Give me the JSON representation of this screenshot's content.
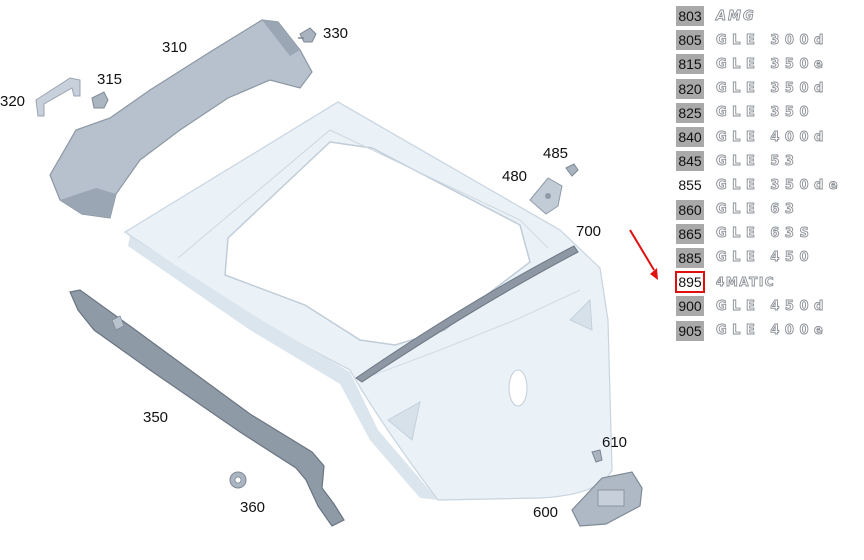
{
  "callouts": {
    "p320": "320",
    "p310": "310",
    "p315": "315",
    "p330": "330",
    "p480": "480",
    "p485": "485",
    "p700": "700",
    "p350": "350",
    "p360": "360",
    "p610": "610",
    "p600": "600"
  },
  "badges": [
    {
      "code": "803",
      "text": "AMG"
    },
    {
      "code": "805",
      "text": "GLE 300d"
    },
    {
      "code": "815",
      "text": "GLE 350e"
    },
    {
      "code": "820",
      "text": "GLE 350d"
    },
    {
      "code": "825",
      "text": "GLE 350"
    },
    {
      "code": "840",
      "text": "GLE 400d"
    },
    {
      "code": "845",
      "text": "GLE 53"
    },
    {
      "code": "855",
      "text": "GLE 350de"
    },
    {
      "code": "860",
      "text": "GLE 63"
    },
    {
      "code": "865",
      "text": "GLE 63S"
    },
    {
      "code": "885",
      "text": "GLE 450"
    },
    {
      "code": "895",
      "text": "4MATIC"
    },
    {
      "code": "900",
      "text": "GLE 450d"
    },
    {
      "code": "905",
      "text": "GLE 400e"
    }
  ],
  "colors": {
    "part_fill": "#e8eff5",
    "part_stroke": "#c5d1dc",
    "trim_fill": "#aeb9c6",
    "trim_dark": "#7d8896",
    "highlight": "#e01010",
    "badge_bg": "#a9a9a9"
  }
}
